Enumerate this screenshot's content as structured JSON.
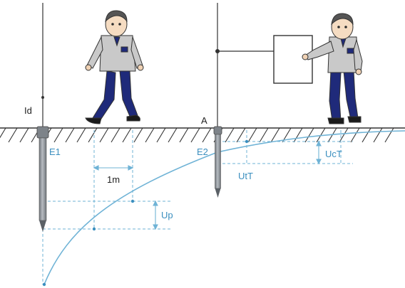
{
  "labels": {
    "id": "Id",
    "e1": "E1",
    "e2": "E2",
    "a": "A",
    "one_m": "1m",
    "up": "Up",
    "utt": "UtT",
    "uct": "UcT"
  },
  "colors": {
    "curve": "#6fb3d6",
    "text_blue": "#3b8fbf",
    "ink": "#333333",
    "jacket": "#c9c9c9",
    "trousers": "#1f2a7a",
    "electrode": "#8f959b"
  },
  "icons": {
    "person_walking": "person-walking-icon",
    "person_touching": "person-touching-icon",
    "equipment_box": "equipment-box-icon"
  }
}
